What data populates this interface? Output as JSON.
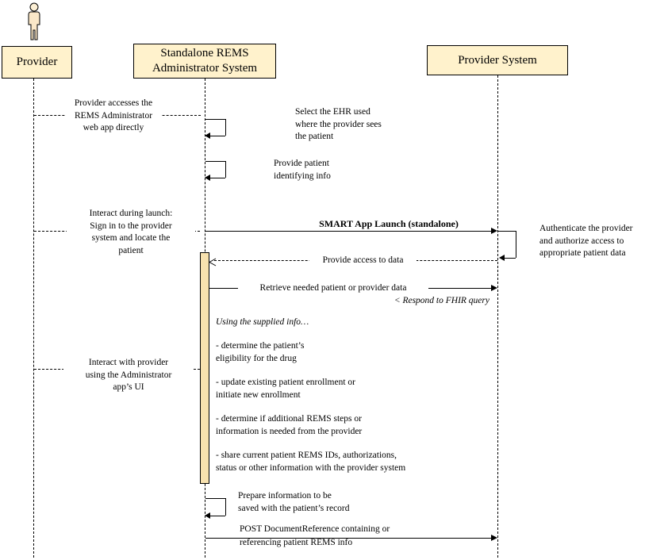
{
  "colors": {
    "background": "#FFFFFF",
    "box_fill": "#FFF2CC",
    "box_border": "#000000",
    "activation_fill": "#F8E2AF",
    "line_color": "#000000"
  },
  "participants": {
    "provider": "Provider",
    "rems_admin": "Standalone REMS\nAdministrator System",
    "provider_system": "Provider System"
  },
  "messages": {
    "access_web_app": "Provider accesses the\nREMS Administrator\nweb app directly",
    "select_ehr": "Select the EHR used\nwhere the provider sees\nthe patient",
    "patient_info": "Provide patient\nidentifying info",
    "interact_launch": "Interact during launch:\nSign in to the provider\nsystem and locate the\npatient",
    "smart_launch": "SMART App Launch (standalone)",
    "authenticate": "Authenticate the provider\nand authorize access to\nappropriate patient data",
    "provide_access": "Provide access to data",
    "retrieve_data": "Retrieve needed patient or provider data",
    "respond_fhir": "< Respond to FHIR query",
    "using_info": "Using the supplied info…",
    "eligibility": "- determine the patient’s\neligibility for the drug",
    "interact_ui": "Interact with provider\nusing the Administrator\napp’s UI",
    "update_enrollment": "- update existing patient enrollment or\ninitiate new enrollment",
    "additional_steps": "- determine if additional REMS steps or\ninformation is needed from the provider",
    "share_info": "- share current patient REMS IDs, authorizations,\nstatus or other information with the provider system",
    "prepare_info": "Prepare information to be\nsaved with the patient’s record",
    "post_docref": "POST DocumentReference containing or\nreferencing patient REMS info"
  }
}
